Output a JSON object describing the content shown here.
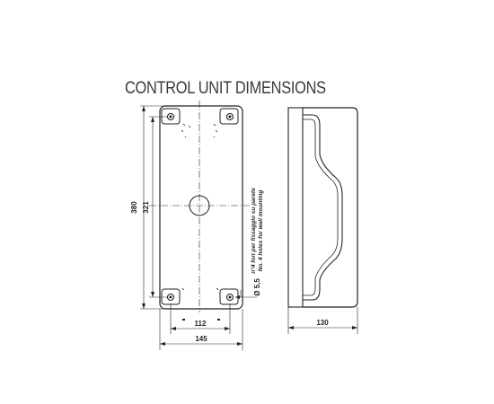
{
  "title": "CONTROL UNIT DIMENSIONS",
  "dimensions": {
    "height_overall": "380",
    "height_holes": "321",
    "width_holes": "112",
    "width_overall": "145",
    "depth": "130",
    "hole_diameter": "Ø 5,5"
  },
  "notes": {
    "italian": "n°4 fori per fissaggio su parete",
    "english": "No. 4 holes for wall mounting"
  }
}
